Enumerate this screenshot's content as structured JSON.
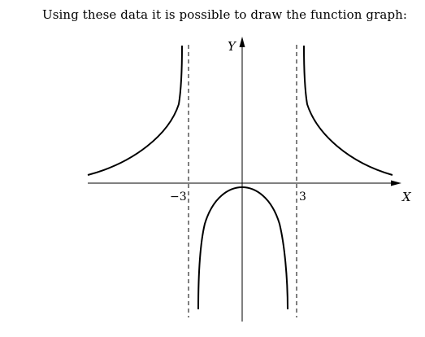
{
  "intro_text": "Using these data it is possible to draw the function graph:",
  "axes": {
    "x_label": "X",
    "y_label": "Y"
  },
  "ticks": {
    "neg_asymptote_label": "−3",
    "pos_asymptote_label": "3"
  },
  "colors": {
    "curve": "#000000",
    "axis": "#000000",
    "asymptote": "#000000",
    "background": "#ffffff"
  },
  "asymptotes": [
    -3,
    3
  ]
}
